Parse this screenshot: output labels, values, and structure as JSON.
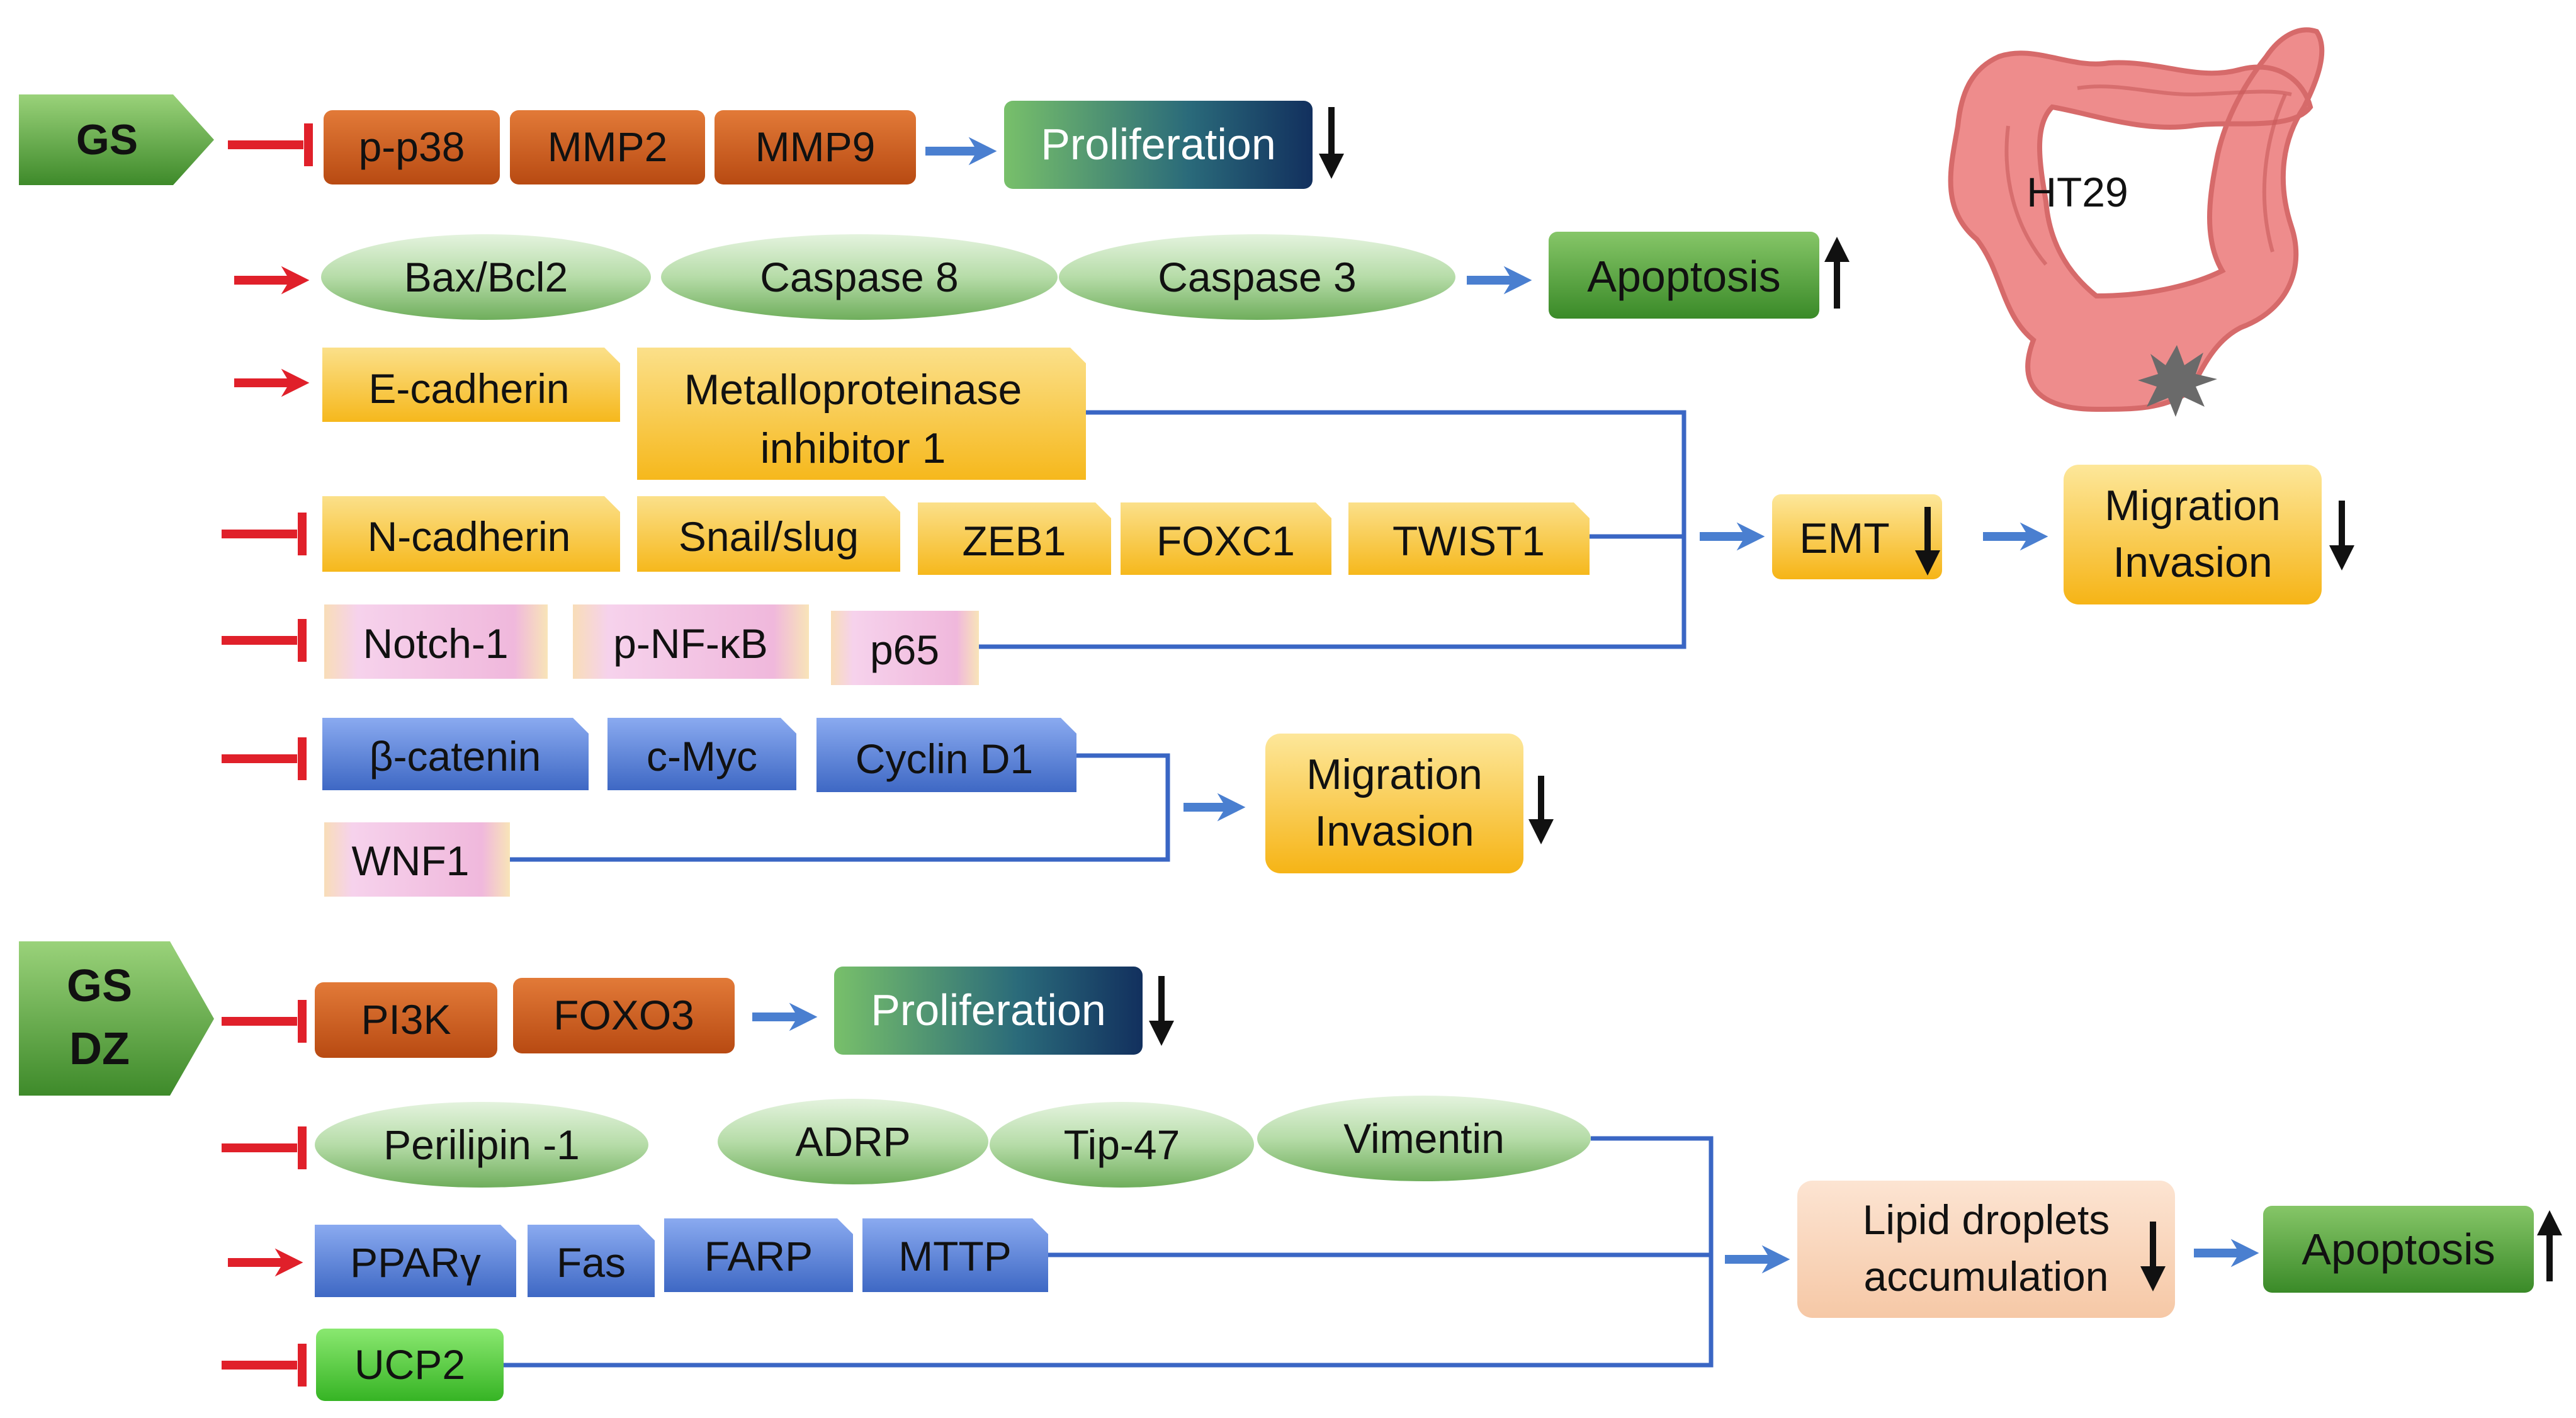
{
  "groups": {
    "gs": {
      "label": "GS"
    },
    "gsdz": {
      "line1": "GS",
      "line2": "DZ"
    }
  },
  "rows": {
    "r1": {
      "items": [
        "p-p38",
        "MMP2",
        "MMP9"
      ],
      "outcome": "Proliferation",
      "trend": "down"
    },
    "r2": {
      "items": [
        "Bax/Bcl2",
        "Caspase 8",
        "Caspase 3"
      ],
      "outcome": "Apoptosis",
      "trend": "up"
    },
    "r3": {
      "items": [
        "E-cadherin"
      ],
      "timp": {
        "line1": "Metalloproteinase",
        "line2": "inhibitor 1"
      }
    },
    "r4": {
      "items": [
        "N-cadherin",
        "Snail/slug",
        "ZEB1",
        "FOXC1",
        "TWIST1"
      ]
    },
    "r5": {
      "items": [
        "Notch-1",
        "p-NF-κB",
        "p65"
      ]
    },
    "r6": {
      "items": [
        "β-catenin",
        "c-Myc",
        "Cyclin D1"
      ]
    },
    "r7": {
      "items": [
        "WNF1"
      ]
    },
    "r8": {
      "items": [
        "PI3K",
        "FOXO3"
      ],
      "outcome": "Proliferation",
      "trend": "down"
    },
    "r9": {
      "items": [
        "Perilipin -1",
        "ADRP",
        "Tip-47",
        "Vimentin"
      ]
    },
    "r10": {
      "items": [
        "PPARγ",
        "Fas",
        "FARP",
        "MTTP"
      ]
    },
    "r11": {
      "items": [
        "UCP2"
      ]
    }
  },
  "outcomes": {
    "emt": {
      "label": "EMT",
      "trend": "down"
    },
    "migration1": {
      "line1": "Migration",
      "line2": "Invasion",
      "trend": "down"
    },
    "migration2": {
      "line1": "Migration",
      "line2": "Invasion",
      "trend": "down"
    },
    "lipid": {
      "line1": "Lipid droplets",
      "line2": "accumulation",
      "trend": "down"
    },
    "apoptosis2": {
      "label": "Apoptosis",
      "trend": "up"
    }
  },
  "cell_line": {
    "label": "HT29"
  },
  "colors": {
    "inhibit": "#e0202a",
    "activate_arrow": "#e0202a",
    "flow_arrow": "#4a7fd0",
    "connector": "#3a66c4",
    "orange": "#c8561c",
    "green_ellipse": "#a8d49a",
    "yellow": "#f8c228",
    "pink": "#f2c0e0",
    "blue_box": "#5a84d6",
    "green_group": "#4a9a32",
    "lime": "#4cd236",
    "peach": "#f8d2b8",
    "colon": "#ec8080"
  }
}
